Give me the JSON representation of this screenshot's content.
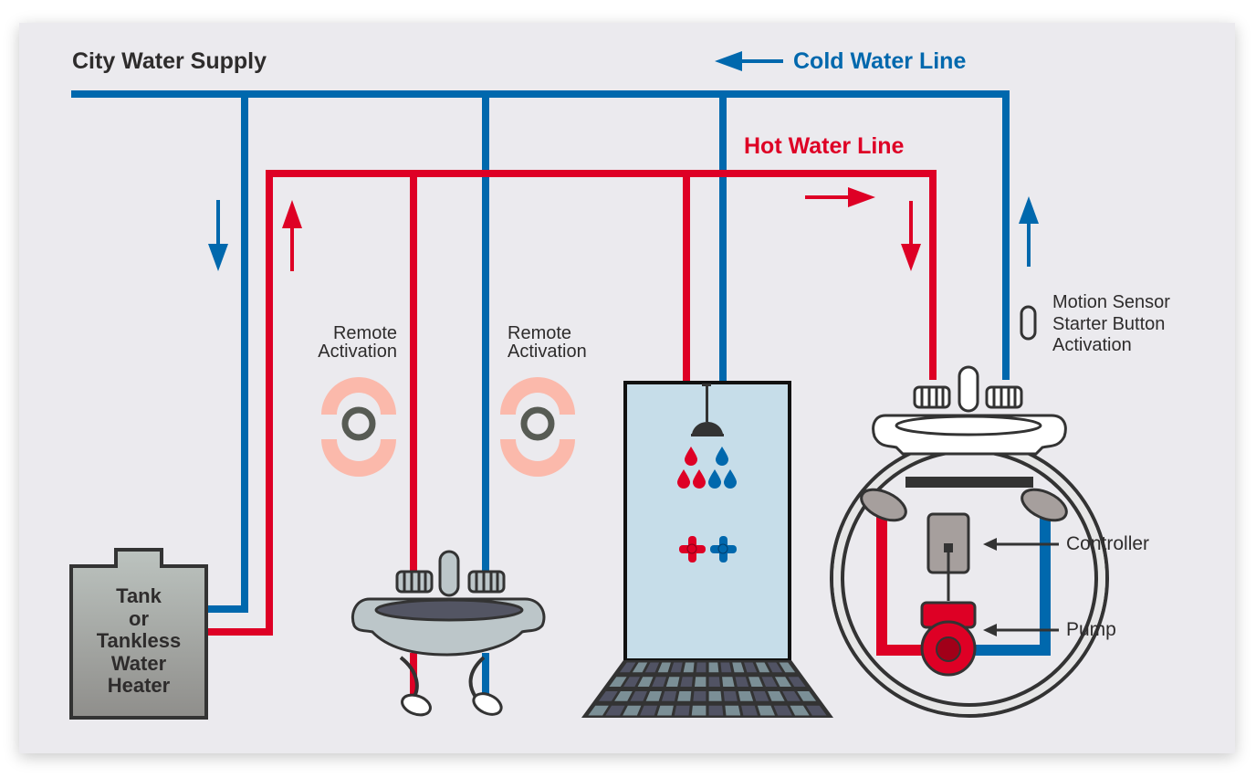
{
  "colors": {
    "background": "#ebeaee",
    "cold": "#0068ad",
    "hot": "#de0025",
    "outline": "#333333",
    "remote_ring": "#fbb9ab",
    "remote_center": "#575b54",
    "fixture_gray": "#bcc6c9",
    "shower_glass": "#c6dde9",
    "heater_top": "#bcc3bf",
    "heater_bottom": "#8f8e8b",
    "controller_gray": "#a69f9d"
  },
  "labels": {
    "city_water_supply": "City Water Supply",
    "cold_water_line": "Cold Water Line",
    "hot_water_line": "Hot Water Line",
    "remote_activation_1": [
      "Remote",
      "Activation"
    ],
    "remote_activation_2": [
      "Remote",
      "Activation"
    ],
    "water_heater": [
      "Tank",
      "or",
      "Tankless",
      "Water",
      "Heater"
    ],
    "motion_sensor": [
      "Motion Sensor",
      "Starter Button",
      "Activation"
    ],
    "controller": "Controller",
    "pump": "Pump"
  },
  "flow_arrows": [
    {
      "name": "cold-line-direction",
      "direction": "left",
      "color": "cold"
    },
    {
      "name": "cold-down-to-heater",
      "direction": "down",
      "color": "cold"
    },
    {
      "name": "hot-up-from-heater",
      "direction": "up",
      "color": "hot"
    },
    {
      "name": "hot-line-direction",
      "direction": "right",
      "color": "hot"
    },
    {
      "name": "hot-down-to-pump-sink",
      "direction": "down",
      "color": "hot"
    },
    {
      "name": "cold-return-up",
      "direction": "up",
      "color": "cold"
    }
  ],
  "fixtures": [
    "water-heater",
    "bathroom-sink",
    "shower",
    "pump-sink"
  ]
}
